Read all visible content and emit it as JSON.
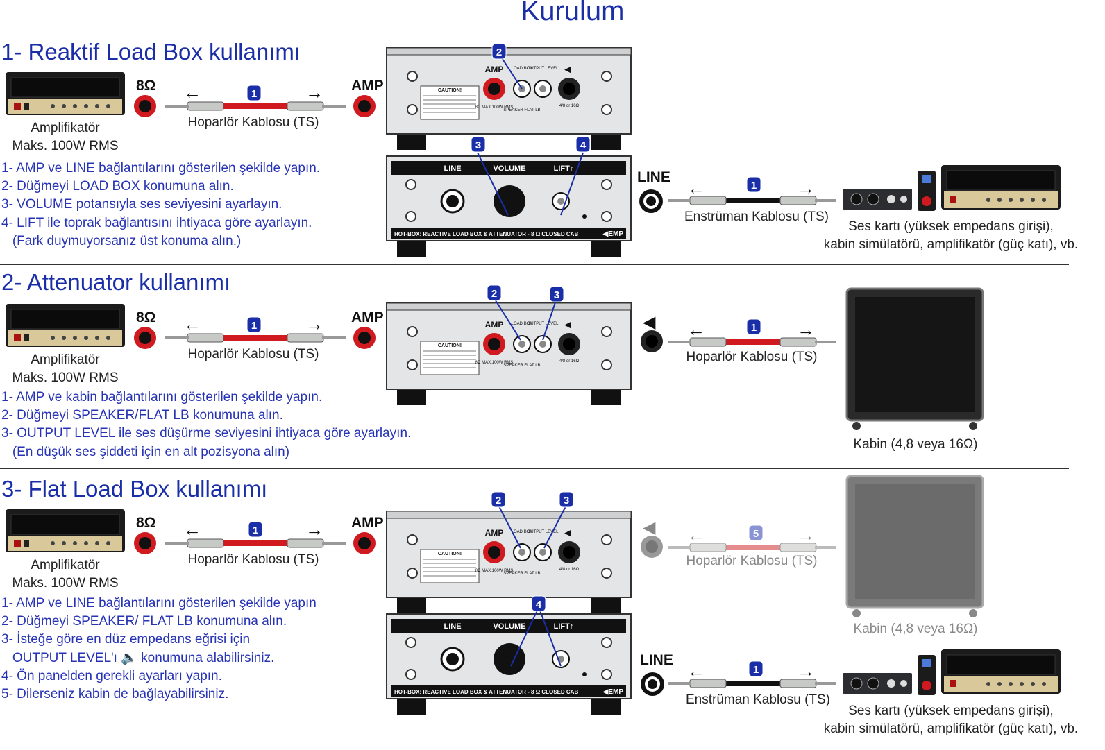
{
  "title": "Kurulum",
  "colors": {
    "accent_blue": "#1a2ea8",
    "speaker_cable_red": "#d11a1f",
    "instrument_cable": "#111111",
    "badge_blue": "#1a2ea8"
  },
  "common": {
    "amp_caption": [
      "Amplifikatör",
      "Maks. 100W RMS"
    ],
    "jack_8ohm": "8Ω",
    "jack_amp": "AMP",
    "jack_line": "LINE",
    "speaker_cable": "Hoparlör Kablosu (TS)",
    "instrument_cable": "Enstrüman Kablosu (TS)",
    "soundcard_caption": [
      "Ses kartı (yüksek empedans girişi),",
      "kabin simülatörü, amplifikatör (güç katı), vb."
    ],
    "cabinet_caption": "Kabin (4,8 veya 16Ω)"
  },
  "device": {
    "top_labels": {
      "amp": "AMP",
      "load_box": "LOAD BOX",
      "output_level": "OUTPUT LEVEL",
      "ohm_max": "8Ω MAX.100W RMS",
      "speaker": "SPEAKER FLAT LB",
      "cab_ohms": "4/8 or 16Ω",
      "caution": "CAUTION!"
    },
    "front_labels": {
      "line": "LINE",
      "volume": "VOLUME",
      "lift": "LIFT↑",
      "brand_text": "HOT-BOX: REACTIVE LOAD BOX & ATTENUATOR - 8 Ω CLOSED CAB",
      "logo": "◀EMP"
    }
  },
  "sections": [
    {
      "title": "1- Reaktif Load Box kullanımı",
      "instructions": [
        "1- AMP ve LINE bağlantılarını gösterilen şekilde yapın.",
        "2- Düğmeyi LOAD BOX konumuna alın.",
        "3- VOLUME potansıyla ses seviyesini ayarlayın.",
        "4- LIFT ile toprak bağlantısını ihtiyaca göre ayarlayın.",
        "   (Fark duymuyorsanız üst konuma alın.)"
      ],
      "badges": [
        "1",
        "2",
        "3",
        "4",
        "1"
      ]
    },
    {
      "title": "2- Attenuator  kullanımı",
      "instructions": [
        "1- AMP ve kabin bağlantılarını gösterilen şekilde yapın.",
        "2- Düğmeyi SPEAKER/FLAT LB konumuna alın.",
        "3- OUTPUT LEVEL ile ses düşürme seviyesini ihtiyaca göre ayarlayın.",
        "   (En düşük ses şiddeti için en alt pozisyona alın)"
      ],
      "badges": [
        "1",
        "2",
        "3",
        "1"
      ]
    },
    {
      "title": "3-  Flat Load Box kullanımı",
      "instructions": [
        "1- AMP ve LINE bağlantılarını gösterilen şekilde yapın",
        "2- Düğmeyi SPEAKER/ FLAT LB konumuna alın.",
        "3- İsteğe göre en düz empedans eğrisi için",
        "   OUTPUT LEVEL'ı 🔈 konumuna alabilirsiniz.",
        "4- Ön panelden gerekli ayarları yapın.",
        "5- Dilerseniz kabin de bağlayabilirsiniz."
      ],
      "badges": [
        "1",
        "2",
        "3",
        "4",
        "5",
        "1"
      ]
    }
  ]
}
